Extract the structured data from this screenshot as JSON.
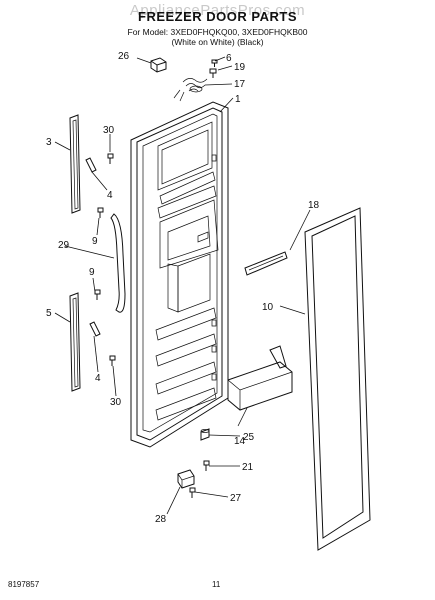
{
  "watermark": "AppliancePartsPros.com",
  "title": "FREEZER DOOR PARTS",
  "model_line": "For Model: 3XED0FHQKQ00, 3XED0FHQKB00",
  "color_line": "(White on White)      (Black)",
  "callouts": [
    "26",
    "6",
    "19",
    "17",
    "1",
    "30",
    "3",
    "4",
    "9",
    "29",
    "18",
    "9",
    "5",
    "10",
    "4",
    "30",
    "25",
    "14",
    "21",
    "27",
    "28"
  ],
  "footer": {
    "doc_number": "8197857",
    "page_number": "11"
  }
}
